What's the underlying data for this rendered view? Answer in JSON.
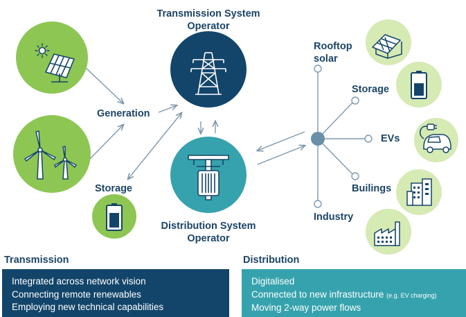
{
  "colors": {
    "navy": "#13456a",
    "teal": "#36a2ad",
    "green": "#8dc653",
    "light_green": "#d6eab4",
    "text": "#1b4466",
    "hub": "#6a8fa8",
    "line": "#7d98ad"
  },
  "tso": {
    "title_line1": "Transmission System",
    "title_line2": "Operator",
    "icon": "transmission-tower-icon"
  },
  "dso": {
    "title_line1": "Distribution System",
    "title_line2": "Operator",
    "icon": "distribution-transformer-icon"
  },
  "left": {
    "generation_label": "Generation",
    "storage_label": "Storage",
    "solar_icon": "solar-panel-icon",
    "wind_icon": "wind-turbine-icon",
    "battery_icon": "battery-icon"
  },
  "right": {
    "rooftop_solar_line1": "Rooftop",
    "rooftop_solar_line2": "solar",
    "storage_label": "Storage",
    "evs_label": "EVs",
    "buildings_label": "Builings",
    "industry_label": "Industry"
  },
  "transmission": {
    "title": "Transmission",
    "items": [
      "Integrated across network vision",
      "Connecting remote renewables",
      "Employing new technical capabilities"
    ]
  },
  "distribution": {
    "title": "Distribution",
    "item1": "Digitalised",
    "item2": "Connected to new infrastructure",
    "item2_note": "(e.g. EV charging)",
    "item3": "Moving 2-way power flows"
  }
}
